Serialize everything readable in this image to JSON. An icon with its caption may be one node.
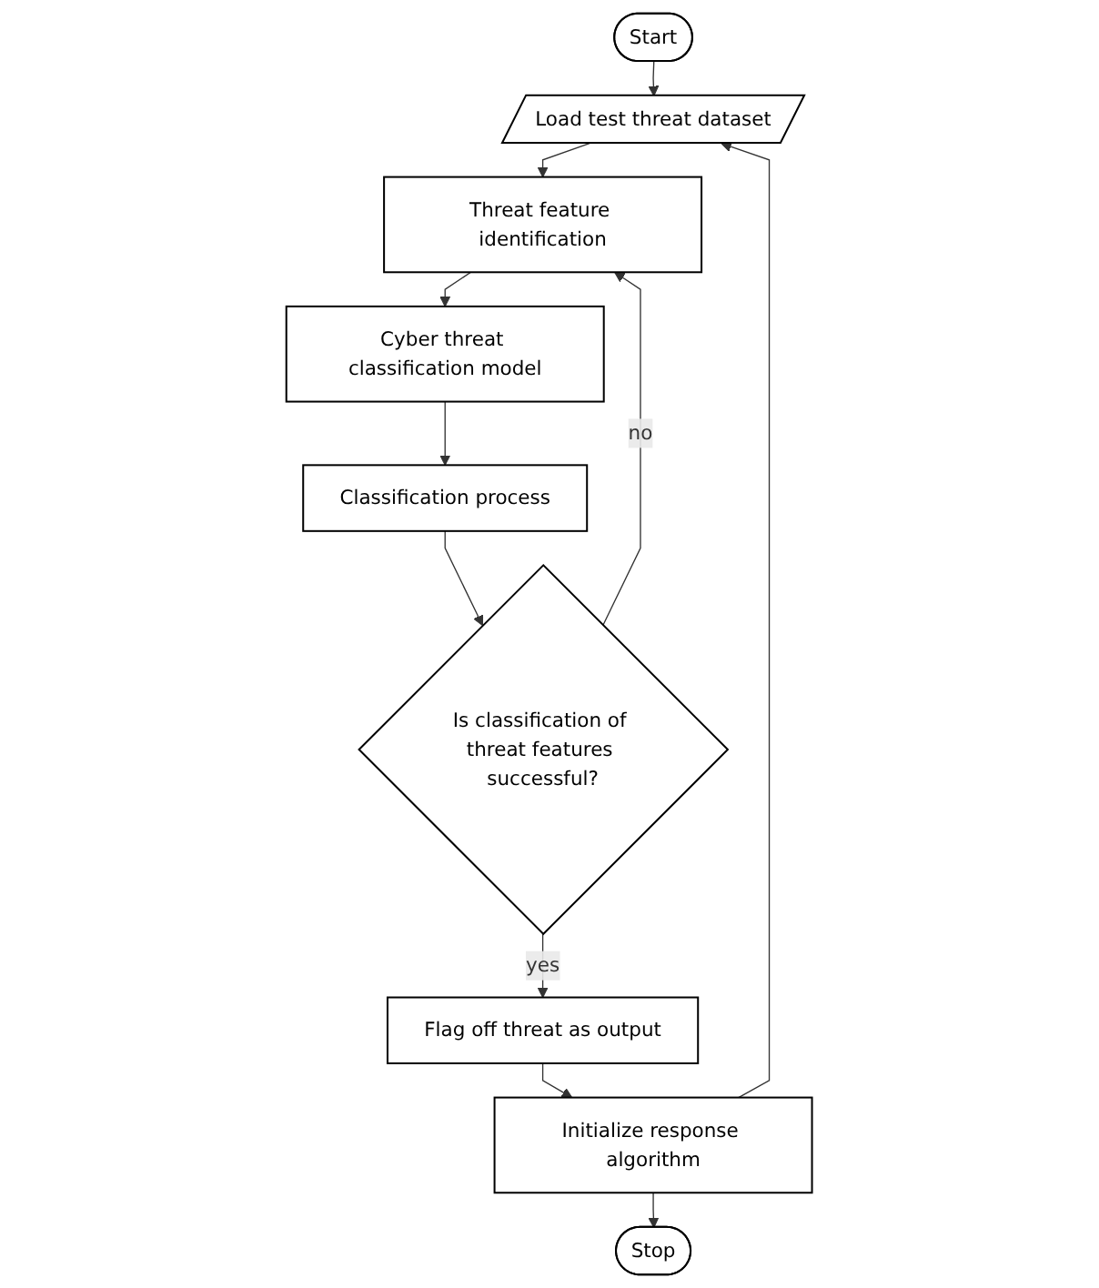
{
  "diagram": {
    "nodes": [
      {
        "text": [
          "Start"
        ]
      },
      {
        "text": [
          "Load test threat dataset"
        ]
      },
      {
        "text": [
          "Threat feature identification"
        ]
      },
      {
        "text": [
          "Cyber threat classification model"
        ]
      },
      {
        "text": [
          "Classification process"
        ]
      },
      {
        "text": [
          "Is classification of threat features successful?"
        ]
      },
      {
        "text": [
          "Flag off threat as output"
        ]
      },
      {
        "text": [
          "Initialize response algorithm"
        ]
      },
      {
        "text": [
          "Stop"
        ]
      }
    ],
    "edges": [
      {
        "from": 0,
        "to": 1,
        "arrow": "to"
      },
      {
        "from": 1,
        "to": 2,
        "arrow": "to"
      },
      {
        "from": 2,
        "to": 3,
        "arrow": "to"
      },
      {
        "from": 3,
        "to": 4,
        "arrow": "to"
      },
      {
        "from": 4,
        "to": 5,
        "arrow": "to"
      },
      {
        "from": 5,
        "to": 2,
        "arrow": "to",
        "label": "no"
      },
      {
        "from": 5,
        "to": 6,
        "arrow": "to",
        "label": "yes"
      },
      {
        "from": 6,
        "to": 7,
        "arrow": "to"
      },
      {
        "from": 7,
        "to": 8,
        "arrow": "to"
      },
      {
        "from": 7,
        "to": 1,
        "arrow": "to"
      }
    ]
  }
}
